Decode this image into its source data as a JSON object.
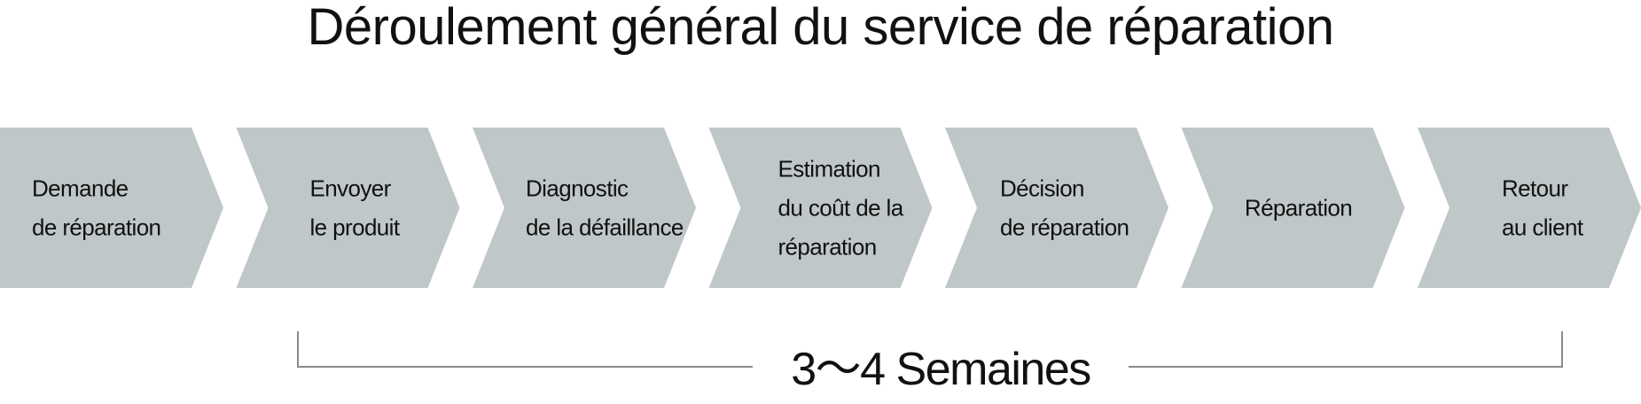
{
  "title": "Déroulement général du service de réparation",
  "colors": {
    "chevron_fill": "#bfc7c8",
    "text": "#111111",
    "bracket": "#8a8a8a"
  },
  "steps": [
    {
      "lines": [
        "Demande",
        "de réparation"
      ]
    },
    {
      "lines": [
        "Envoyer",
        "le produit"
      ]
    },
    {
      "lines": [
        "Diagnostic",
        "de la défaillance"
      ]
    },
    {
      "lines": [
        "Estimation",
        "du coût de la",
        "réparation"
      ]
    },
    {
      "lines": [
        "Décision",
        "de réparation"
      ]
    },
    {
      "lines": [
        "Réparation"
      ]
    },
    {
      "lines": [
        "Retour",
        "au client"
      ]
    }
  ],
  "duration": {
    "label": "3～4 Semaines",
    "from_step": 1,
    "to_step": 6
  }
}
